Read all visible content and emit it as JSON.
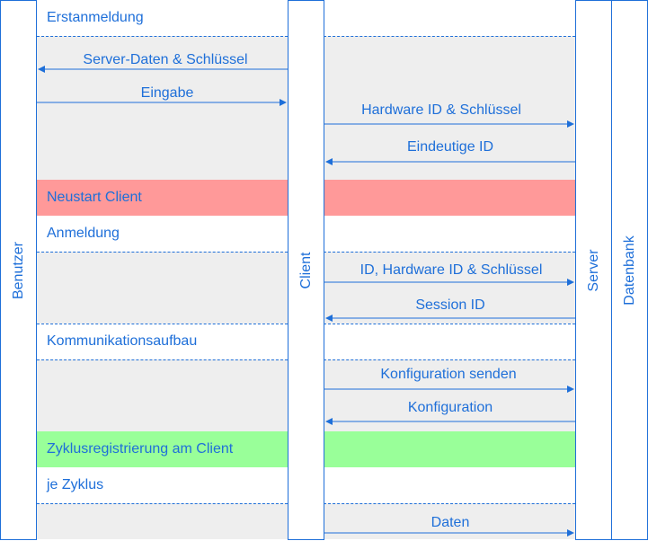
{
  "lanes": {
    "benutzer": "Benutzer",
    "client": "Client",
    "server": "Server",
    "datenbank": "Datenbank"
  },
  "phases": {
    "erstanmeldung": "Erstanmeldung",
    "neustart": "Neustart Client",
    "anmeldung": "Anmeldung",
    "kommunikation": "Kommunikationsaufbau",
    "zyklusreg": "Zyklusregistrierung am Client",
    "zyklus": "je Zyklus"
  },
  "messages": {
    "server_daten": "Server-Daten & Schlüssel",
    "eingabe": "Eingabe",
    "hardware_id": "Hardware ID & Schlüssel",
    "eindeutige_id": "Eindeutige ID",
    "id_hw": "ID, Hardware ID & Schlüssel",
    "session_id": "Session ID",
    "konfig_senden": "Konfiguration senden",
    "konfiguration": "Konfiguration",
    "daten": "Daten"
  },
  "colors": {
    "line": "#1e6fd9",
    "gray_band": "#eeeeee",
    "red_band": "#ff9999",
    "green_band": "#99ff99"
  }
}
